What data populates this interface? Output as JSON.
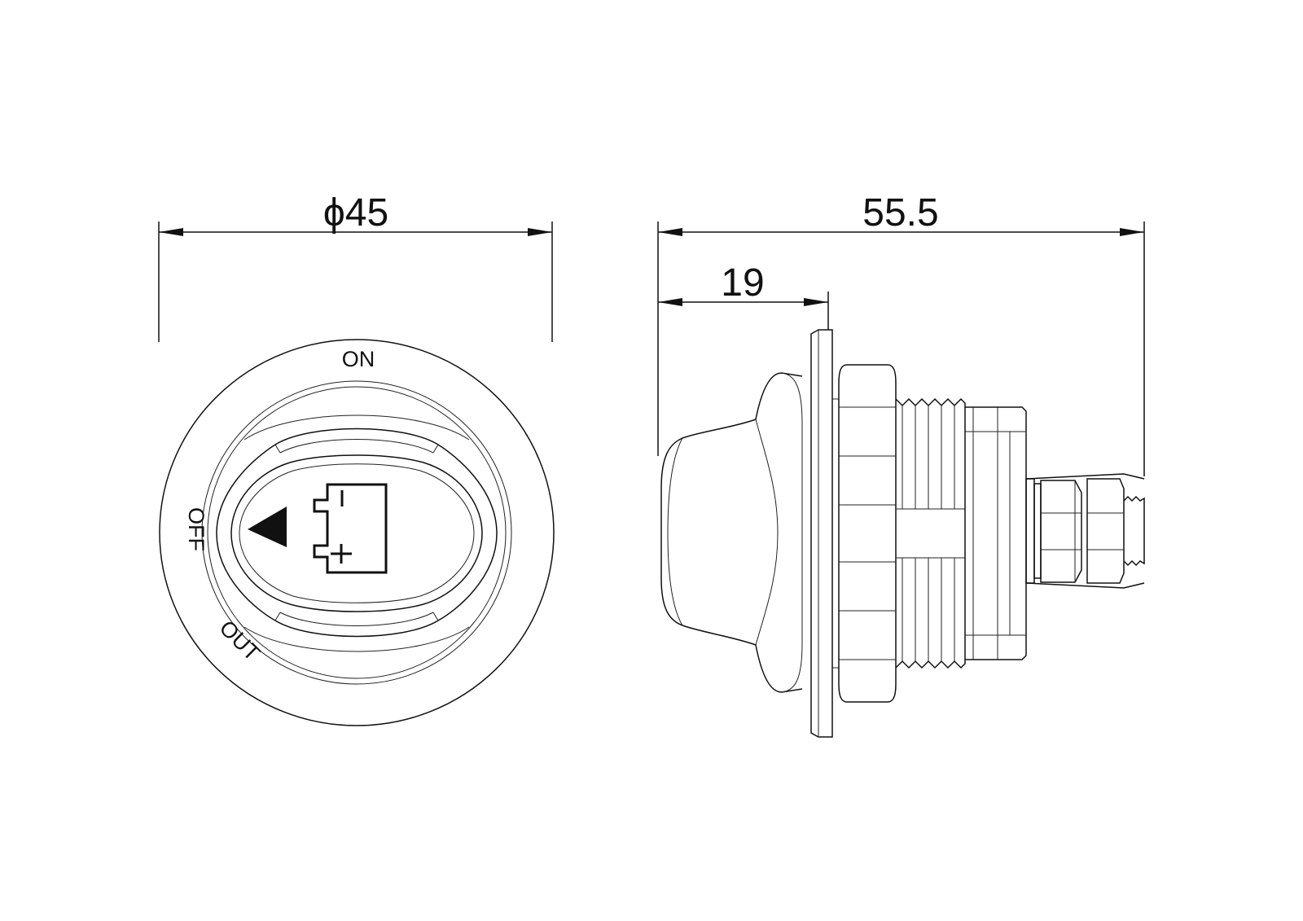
{
  "front_view": {
    "diameter_label": "ϕ45",
    "positions": {
      "on": "ON",
      "off": "OFF",
      "out": "OUT"
    },
    "battery_minus": "-",
    "battery_plus": "+"
  },
  "side_view": {
    "overall_length_label": "55.5",
    "knob_depth_label": "19"
  },
  "colors": {
    "line": "#111111",
    "background": "#ffffff"
  }
}
